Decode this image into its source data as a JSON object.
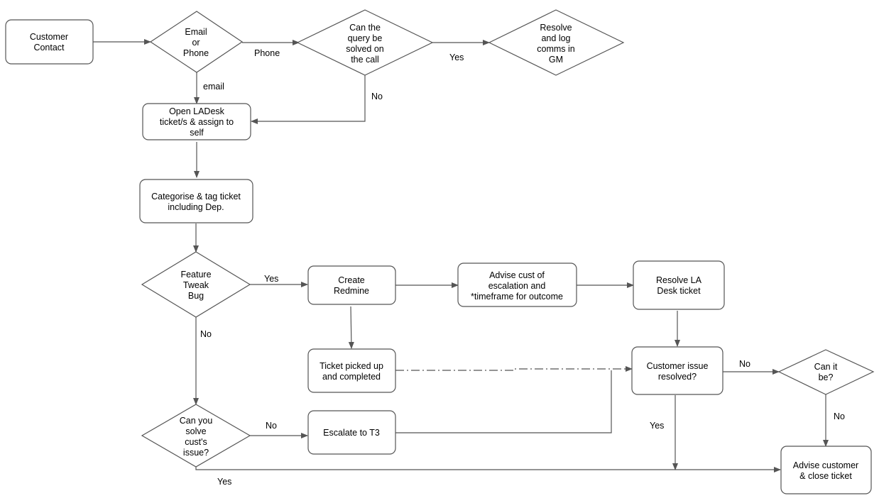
{
  "diagram": {
    "nodes": [
      {
        "id": "customer_contact",
        "lines": [
          "Customer",
          "Contact"
        ]
      },
      {
        "id": "email_or_phone",
        "lines": [
          "Email",
          "or",
          "Phone"
        ]
      },
      {
        "id": "solved_on_call",
        "lines": [
          "Can the",
          "query  be",
          "solved on",
          "the call"
        ]
      },
      {
        "id": "resolve_log",
        "lines": [
          "Resolve",
          "and log",
          "comms in",
          "GM"
        ]
      },
      {
        "id": "open_ladesk",
        "lines": [
          "Open LADesk",
          "ticket/s & assign to",
          "self"
        ]
      },
      {
        "id": "categorise",
        "lines": [
          "Categorise & tag ticket",
          "including Dep."
        ]
      },
      {
        "id": "feature_tweak_bug",
        "lines": [
          "Feature",
          "Tweak",
          "Bug"
        ]
      },
      {
        "id": "create_redmine",
        "lines": [
          "Create",
          "Redmine"
        ]
      },
      {
        "id": "advise_escalation",
        "lines": [
          "Advise cust of",
          "escalation and",
          "*timeframe for outcome"
        ]
      },
      {
        "id": "resolve_la_desk",
        "lines": [
          "Resolve LA",
          "Desk ticket"
        ]
      },
      {
        "id": "ticket_picked_up",
        "lines": [
          "Ticket picked up",
          "and completed"
        ]
      },
      {
        "id": "customer_issue_resolved",
        "lines": [
          "Customer issue",
          "resolved?"
        ]
      },
      {
        "id": "can_it_be",
        "lines": [
          "Can it",
          "be?"
        ]
      },
      {
        "id": "can_you_solve",
        "lines": [
          "Can you",
          "solve",
          "cust's",
          "issue?"
        ]
      },
      {
        "id": "escalate_t3",
        "lines": [
          "Escalate to T3"
        ]
      },
      {
        "id": "advise_close",
        "lines": [
          "Advise customer",
          "& close ticket"
        ]
      }
    ],
    "edge_labels": {
      "phone": "Phone",
      "email": "email",
      "yes_call": "Yes",
      "no_call": "No",
      "yes_feature": "Yes",
      "no_feature": "No",
      "no_resolved": "No",
      "no_can_it_be": "No",
      "yes_resolved": "Yes",
      "no_solve": "No",
      "yes_solve": "Yes"
    }
  }
}
